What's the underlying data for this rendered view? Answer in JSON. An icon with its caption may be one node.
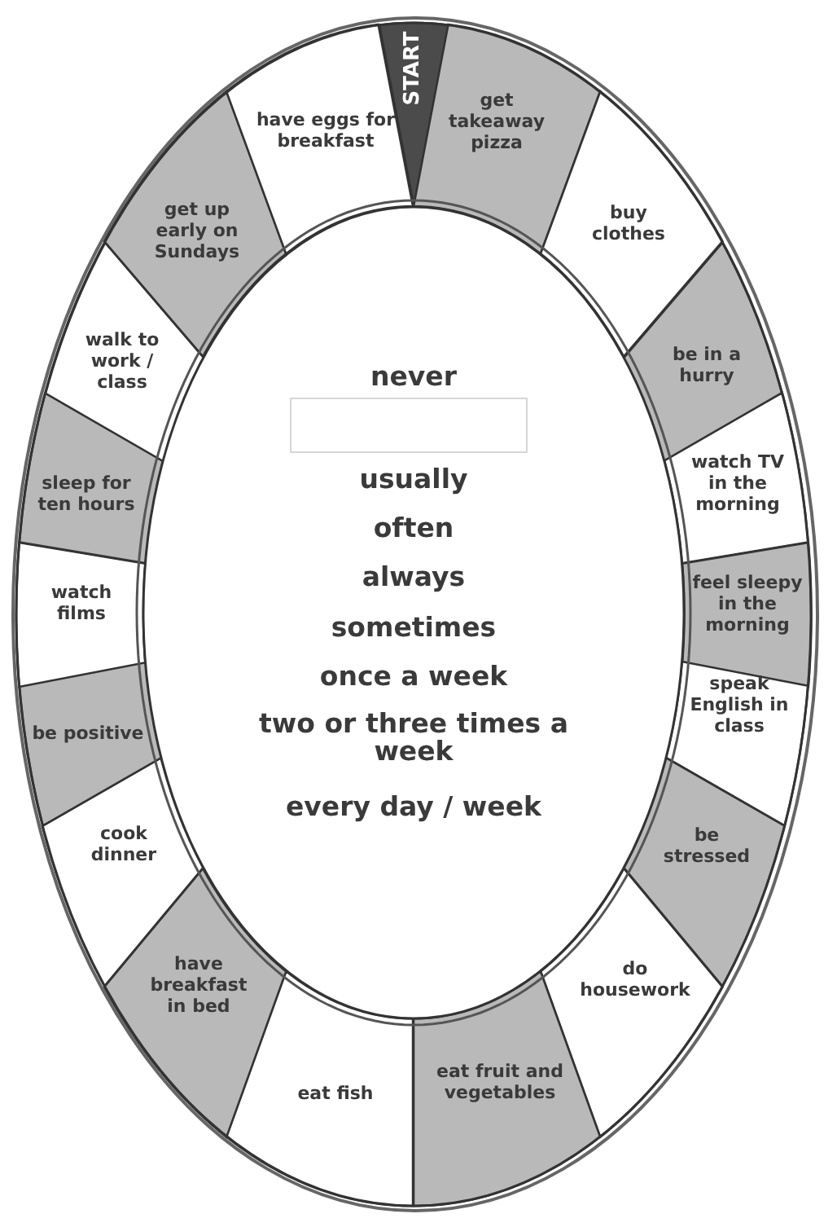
{
  "diagram": {
    "nodes": [
      {
        "text": [
          "START"
        ]
      },
      {
        "text": [
          "get takeaway pizza"
        ]
      },
      {
        "text": [
          "buy clothes"
        ]
      },
      {
        "text": [
          "be in a hurry"
        ]
      },
      {
        "text": [
          "watch TV in the morning"
        ]
      },
      {
        "text": [
          "feel sleepy in the morning"
        ]
      },
      {
        "text": [
          "speak English in class"
        ]
      },
      {
        "text": [
          "be stressed"
        ]
      },
      {
        "text": [
          "do housework"
        ]
      },
      {
        "text": [
          "eat fruit and vegetables"
        ]
      },
      {
        "text": [
          "eat fish"
        ]
      },
      {
        "text": [
          "have breakfast in bed"
        ]
      },
      {
        "text": [
          "cook dinner"
        ]
      },
      {
        "text": [
          "be positive"
        ]
      },
      {
        "text": [
          "watch films"
        ]
      },
      {
        "text": [
          "sleep for ten hours"
        ]
      },
      {
        "text": [
          "walk to work / class"
        ]
      },
      {
        "text": [
          "get up early on Sundays"
        ]
      },
      {
        "text": [
          "have eggs for breakfast"
        ]
      },
      {
        "text": [
          "never",
          "usually",
          "often",
          "always",
          "sometimes",
          "once a week",
          "two or three times a week",
          "every day / week"
        ]
      },
      {
        "text": [],
        "shape": "box",
        "in": 19
      }
    ],
    "edges": []
  }
}
